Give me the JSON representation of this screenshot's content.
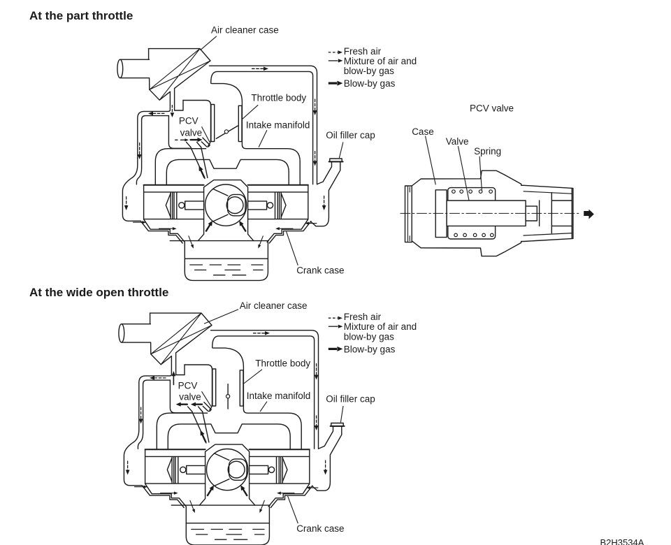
{
  "figure": {
    "code": "B2H3534A",
    "background": "#ffffff",
    "line_color": "#1a1a1a"
  },
  "sections": [
    {
      "heading": "At the part throttle",
      "throttle_state": "part throttle (plate tilted)",
      "labels": {
        "air_cleaner": "Air cleaner case",
        "throttle_body": "Throttle body",
        "intake_manifold": "Intake manifold",
        "pcv_line1": "PCV",
        "pcv_line2": "valve",
        "oil_filler": "Oil filler cap",
        "crank_case": "Crank case"
      },
      "legend": [
        {
          "style": "dashed-arrow",
          "lines": [
            "Fresh air",
            ""
          ]
        },
        {
          "style": "thin-arrow",
          "lines": [
            "Mixture of air and",
            "blow-by gas"
          ]
        },
        {
          "style": "thick-arrow",
          "lines": [
            "Blow-by gas",
            ""
          ]
        }
      ]
    },
    {
      "heading": "At the wide open throttle",
      "throttle_state": "wide open throttle (plate vertical)",
      "labels": {
        "air_cleaner": "Air cleaner case",
        "throttle_body": "Throttle body",
        "intake_manifold": "Intake manifold",
        "pcv_line1": "PCV",
        "pcv_line2": "valve",
        "oil_filler": "Oil filler cap",
        "crank_case": "Crank case"
      },
      "legend": [
        {
          "style": "dashed-arrow",
          "lines": [
            "Fresh air",
            ""
          ]
        },
        {
          "style": "thin-arrow",
          "lines": [
            "Mixture of air and",
            "blow-by gas"
          ]
        },
        {
          "style": "thick-arrow",
          "lines": [
            "Blow-by gas",
            ""
          ]
        }
      ]
    }
  ],
  "valve_detail": {
    "title": "PCV valve",
    "labels": {
      "case": "Case",
      "valve": "Valve",
      "spring": "Spring"
    }
  }
}
